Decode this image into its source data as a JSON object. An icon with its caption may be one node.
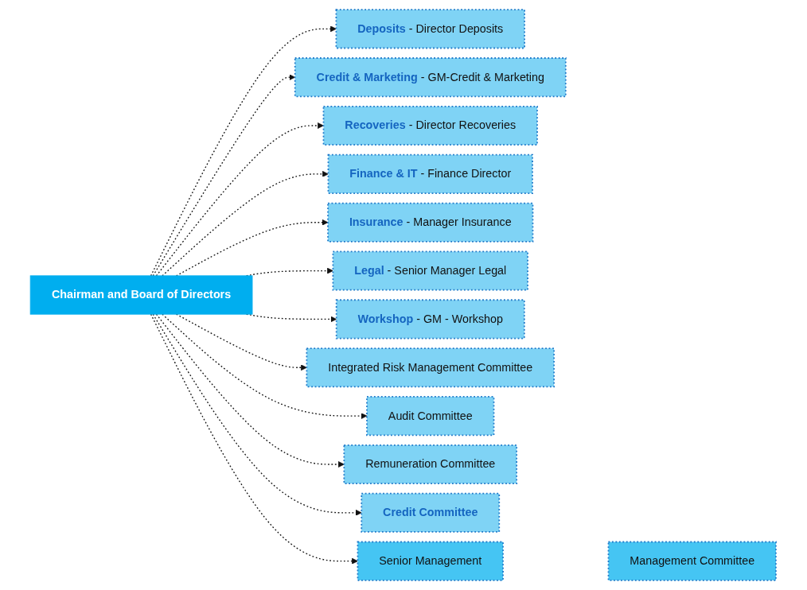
{
  "diagram": {
    "nodes": [
      {
        "text": [
          "Chairman and Board of Directors"
        ]
      },
      {
        "text": [
          "Deposits",
          "- Director Deposits"
        ]
      },
      {
        "text": [
          "Credit & Marketing",
          "- GM-Credit & Marketing"
        ]
      },
      {
        "text": [
          "Recoveries",
          "- Director Recoveries"
        ]
      },
      {
        "text": [
          "Finance & IT",
          "- Finance Director"
        ]
      },
      {
        "text": [
          "Insurance",
          "- Manager Insurance"
        ]
      },
      {
        "text": [
          "Legal",
          "- Senior Manager Legal"
        ]
      },
      {
        "text": [
          "Workshop",
          "- GM - Workshop"
        ]
      },
      {
        "text": [
          "Integrated Risk Management Committee"
        ]
      },
      {
        "text": [
          "Audit Committee"
        ]
      },
      {
        "text": [
          "Remuneration Committee"
        ]
      },
      {
        "text": [
          "Credit Committee"
        ]
      },
      {
        "text": [
          "Senior Management"
        ]
      },
      {
        "text": [
          "Management Committee"
        ]
      }
    ],
    "edges": [
      {
        "from": 0,
        "to": 1,
        "arrow": "to",
        "style": "dashed"
      },
      {
        "from": 0,
        "to": 2,
        "arrow": "to",
        "style": "dashed"
      },
      {
        "from": 0,
        "to": 3,
        "arrow": "to",
        "style": "dashed"
      },
      {
        "from": 0,
        "to": 4,
        "arrow": "to",
        "style": "dashed"
      },
      {
        "from": 0,
        "to": 5,
        "arrow": "to",
        "style": "dashed"
      },
      {
        "from": 0,
        "to": 6,
        "arrow": "to",
        "style": "dashed"
      },
      {
        "from": 0,
        "to": 7,
        "arrow": "to",
        "style": "dashed"
      },
      {
        "from": 0,
        "to": 8,
        "arrow": "to",
        "style": "dashed"
      },
      {
        "from": 0,
        "to": 9,
        "arrow": "to",
        "style": "dashed"
      },
      {
        "from": 0,
        "to": 10,
        "arrow": "to",
        "style": "dashed"
      },
      {
        "from": 0,
        "to": 11,
        "arrow": "to",
        "style": "dashed"
      },
      {
        "from": 0,
        "to": 12,
        "arrow": "to",
        "style": "dashed"
      }
    ]
  }
}
